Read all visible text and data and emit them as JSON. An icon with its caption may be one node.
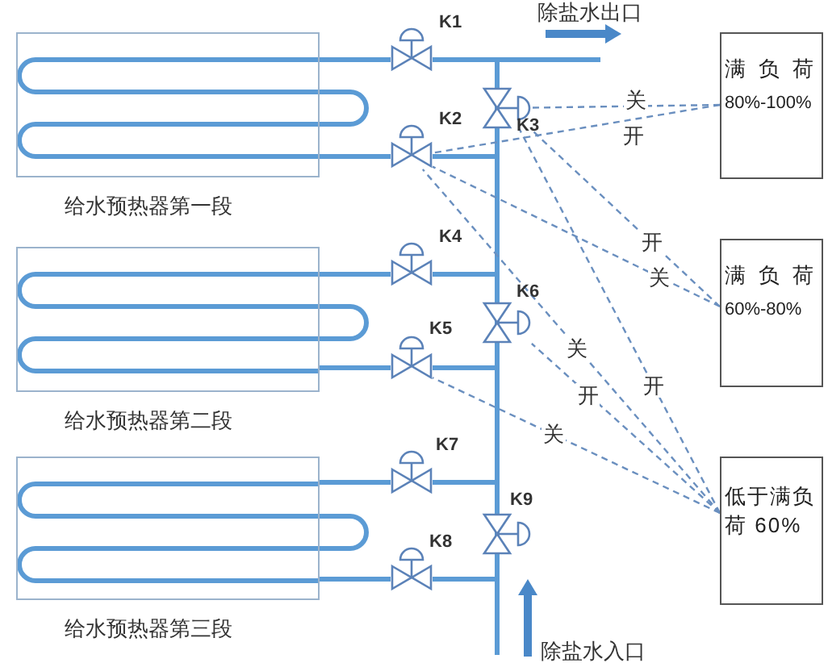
{
  "diagram": {
    "nodes": [
      {
        "text": [
          "给水预热器第一段"
        ]
      },
      {
        "text": [],
        "shape": "valve",
        "beside": [
          "K1"
        ]
      },
      {
        "text": [],
        "shape": "valve",
        "beside": [
          "K2"
        ]
      },
      {
        "text": [],
        "shape": "valve",
        "beside": [
          "K3"
        ]
      },
      {
        "text": [
          "满负荷",
          "80%-100%"
        ]
      },
      {
        "text": [
          "给水预热器第二段"
        ]
      },
      {
        "text": [],
        "shape": "valve",
        "beside": [
          "K4"
        ]
      },
      {
        "text": [],
        "shape": "valve",
        "beside": [
          "K5"
        ]
      },
      {
        "text": [],
        "shape": "valve",
        "beside": [
          "K6"
        ]
      },
      {
        "text": [
          "满负荷",
          "60%-80%"
        ]
      },
      {
        "text": [
          "给水预热器第三段"
        ]
      },
      {
        "text": [],
        "shape": "valve",
        "beside": [
          "K7"
        ]
      },
      {
        "text": [],
        "shape": "valve",
        "beside": [
          "K8"
        ]
      },
      {
        "text": [],
        "shape": "valve",
        "beside": [
          "K9"
        ]
      },
      {
        "text": [
          "低于满负荷 60%"
        ]
      }
    ],
    "edges": [
      {
        "from": 0,
        "to": 1,
        "arrow": "none",
        "style": "thick",
        "color": "#5b9bd5"
      },
      {
        "from": 0,
        "to": 2,
        "arrow": "none",
        "style": "thick",
        "color": "#5b9bd5"
      },
      {
        "from": 5,
        "to": 6,
        "arrow": "none",
        "style": "thick",
        "color": "#5b9bd5"
      },
      {
        "from": 5,
        "to": 7,
        "arrow": "none",
        "style": "thick",
        "color": "#5b9bd5"
      },
      {
        "from": 10,
        "to": 11,
        "arrow": "none",
        "style": "thick",
        "color": "#5b9bd5"
      },
      {
        "from": 10,
        "to": 12,
        "arrow": "none",
        "style": "thick",
        "color": "#5b9bd5"
      },
      {
        "from": 4,
        "to": 3,
        "arrow": "none",
        "style": "dashed",
        "label": "关"
      },
      {
        "from": 4,
        "to": 2,
        "arrow": "none",
        "style": "dashed",
        "label": "开"
      },
      {
        "from": 9,
        "to": 3,
        "arrow": "none",
        "style": "dashed",
        "label": "开"
      },
      {
        "from": 9,
        "to": 2,
        "arrow": "none",
        "style": "dashed",
        "label": "关"
      },
      {
        "from": 14,
        "to": 2,
        "arrow": "none",
        "style": "dashed",
        "label": "关"
      },
      {
        "from": 14,
        "to": 3,
        "arrow": "none",
        "style": "dashed",
        "label": "开"
      },
      {
        "from": 14,
        "to": 8,
        "arrow": "none",
        "style": "dashed",
        "label": "开"
      },
      {
        "from": 14,
        "to": 7,
        "arrow": "none",
        "style": "dashed",
        "label": "关"
      }
    ],
    "labels": [
      "除盐水出口",
      "除盐水入口"
    ]
  }
}
